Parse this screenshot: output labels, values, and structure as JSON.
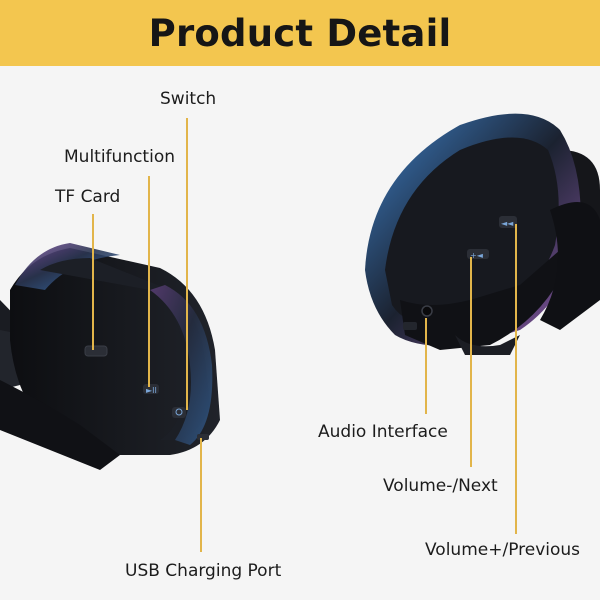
{
  "title": "Product Detail",
  "colors": {
    "banner": "#f3c64f",
    "leader": "#e2b54a",
    "headphone": "#15161a",
    "iridescent_blue": "#3a6fb6",
    "iridescent_purple": "#8a5aa8"
  },
  "labels": {
    "switch": "Switch",
    "multifunction": "Multifunction",
    "tf_card": "TF Card",
    "usb_charging_port": "USB Charging Port",
    "audio_interface": "Audio Interface",
    "volume_minus_next": "Volume-/Next",
    "volume_plus_previous": "Volume+/Previous"
  }
}
